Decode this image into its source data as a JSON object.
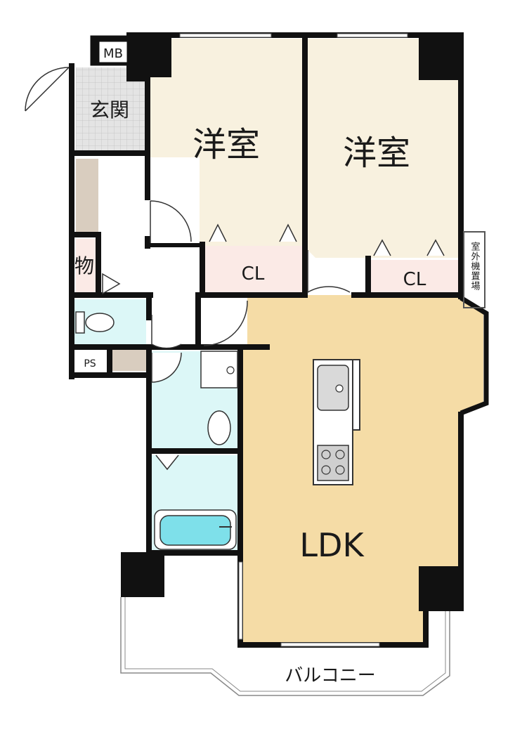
{
  "rooms": {
    "entrance": "玄関",
    "meter_box": "MB",
    "western_room_1": "洋室",
    "western_room_2": "洋室",
    "closet_1": "CL",
    "closet_2": "CL",
    "storage": "物",
    "pipe_space": "PS",
    "outdoor_unit": "室外機置場",
    "ldk": "LDK",
    "balcony": "バルコニー"
  },
  "colors": {
    "western_room": "#f8f1df",
    "closet": "#fbeae6",
    "ldk": "#f5dca6",
    "wet_area": "#dcf7f7",
    "entrance_tile": "#e3e3e3",
    "storage_floor": "#d9cdbf",
    "bathtub": "#7ee0ea",
    "wall": "#111111"
  }
}
